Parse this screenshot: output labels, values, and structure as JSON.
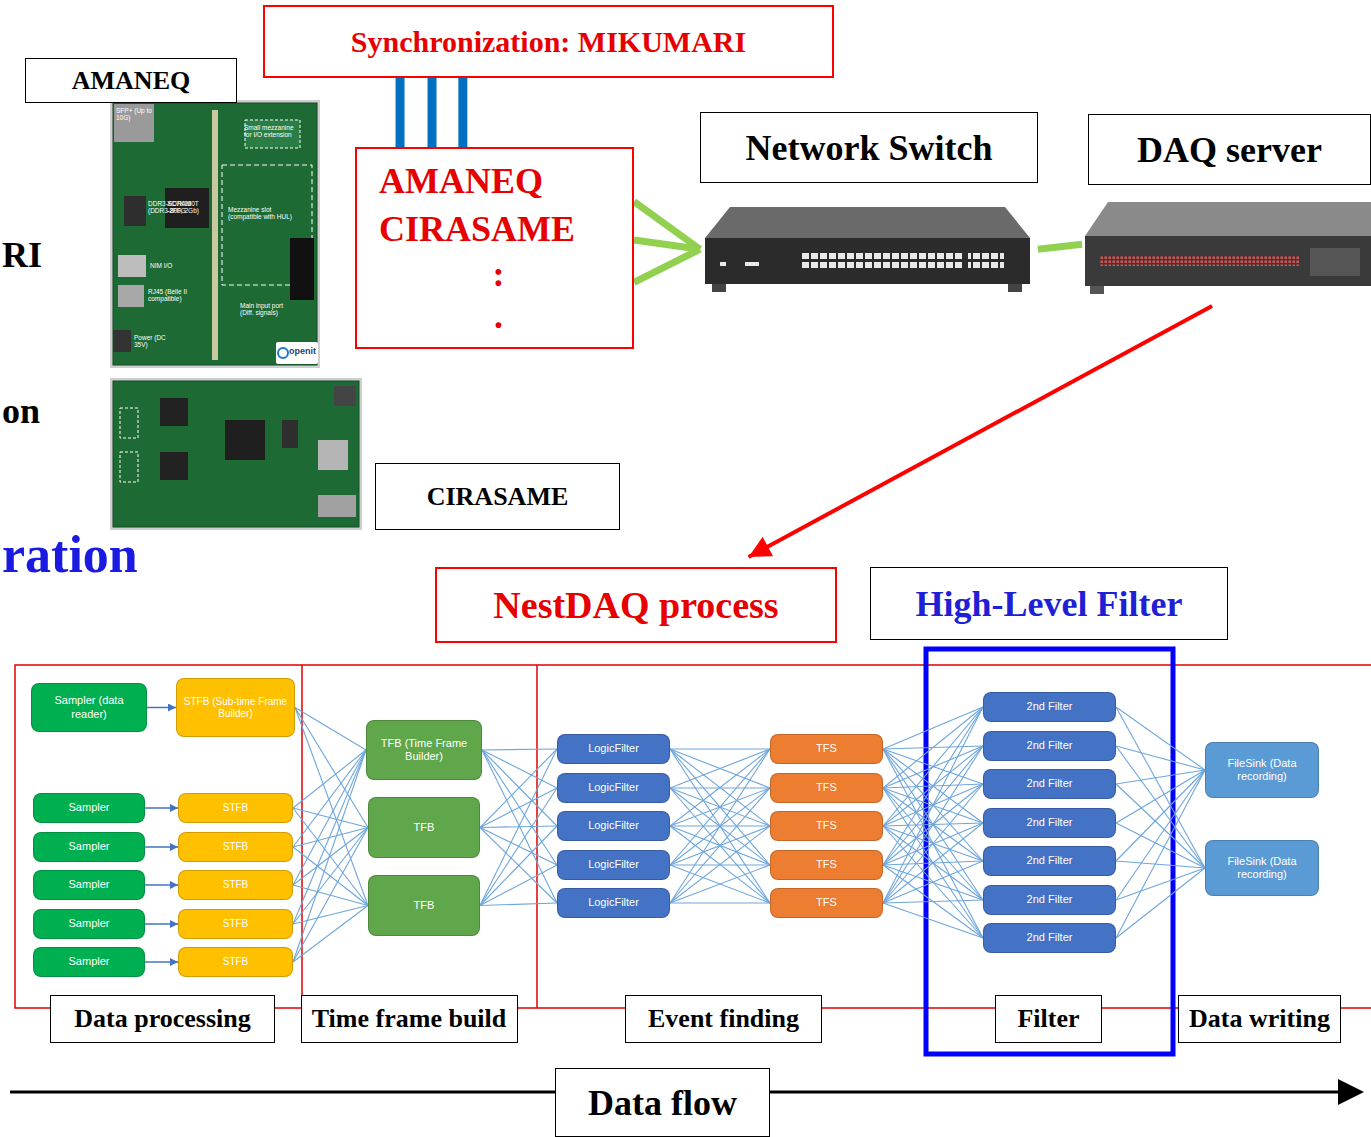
{
  "diagram": {
    "nodes": [
      {
        "text": [
          "Synchronization: MIKUMARI"
        ]
      },
      {
        "text": [
          "AMANEQ"
        ]
      },
      {
        "text": [
          "AMANEQ CIRASAME",
          ":",
          "."
        ]
      },
      {
        "text": [
          "Network Switch"
        ]
      },
      {
        "text": [
          "DAQ server"
        ]
      },
      {
        "text": [
          "CIRASAME"
        ]
      },
      {
        "text": [
          "NestDAQ process"
        ]
      },
      {
        "text": [
          "High-Level Filter"
        ]
      },
      {
        "text": [
          "Sampler (data reader)"
        ]
      },
      {
        "text": [
          "Sampler"
        ]
      },
      {
        "text": [
          "Sampler"
        ]
      },
      {
        "text": [
          "Sampler"
        ]
      },
      {
        "text": [
          "Sampler"
        ]
      },
      {
        "text": [
          "Sampler"
        ]
      },
      {
        "text": [
          "STFB (Sub-time Frame Builder)"
        ]
      },
      {
        "text": [
          "STFB"
        ]
      },
      {
        "text": [
          "STFB"
        ]
      },
      {
        "text": [
          "STFB"
        ]
      },
      {
        "text": [
          "STFB"
        ]
      },
      {
        "text": [
          "STFB"
        ]
      },
      {
        "text": [
          "TFB (Time Frame Builder)"
        ]
      },
      {
        "text": [
          "TFB"
        ]
      },
      {
        "text": [
          "TFB"
        ]
      },
      {
        "text": [
          "LogicFilter"
        ]
      },
      {
        "text": [
          "LogicFilter"
        ]
      },
      {
        "text": [
          "LogicFilter"
        ]
      },
      {
        "text": [
          "LogicFilter"
        ]
      },
      {
        "text": [
          "LogicFilter"
        ]
      },
      {
        "text": [
          "TFS"
        ]
      },
      {
        "text": [
          "TFS"
        ]
      },
      {
        "text": [
          "TFS"
        ]
      },
      {
        "text": [
          "TFS"
        ]
      },
      {
        "text": [
          "TFS"
        ]
      },
      {
        "text": [
          "2nd Filter"
        ]
      },
      {
        "text": [
          "2nd Filter"
        ]
      },
      {
        "text": [
          "2nd Filter"
        ]
      },
      {
        "text": [
          "2nd Filter"
        ]
      },
      {
        "text": [
          "2nd Filter"
        ]
      },
      {
        "text": [
          "2nd Filter"
        ]
      },
      {
        "text": [
          "2nd Filter"
        ]
      },
      {
        "text": [
          "FileSink (Data recording)"
        ]
      },
      {
        "text": [
          "FileSink (Data recording)"
        ]
      },
      {
        "text": [
          "Data processing"
        ]
      },
      {
        "text": [
          "Time frame build"
        ]
      },
      {
        "text": [
          "Event finding"
        ]
      },
      {
        "text": [
          "Filter"
        ]
      },
      {
        "text": [
          "Data writing"
        ]
      },
      {
        "text": [
          "Data flow"
        ]
      }
    ],
    "edges": [
      {
        "from": 0,
        "to": 2,
        "arrow": "none"
      },
      {
        "from": 0,
        "to": 2,
        "arrow": "none"
      },
      {
        "from": 0,
        "to": 2,
        "arrow": "none"
      },
      {
        "from": 2,
        "to": 3,
        "arrow": "none"
      },
      {
        "from": 2,
        "to": 3,
        "arrow": "none"
      },
      {
        "from": 2,
        "to": 3,
        "arrow": "none"
      },
      {
        "from": 3,
        "to": 4,
        "arrow": "none"
      },
      {
        "from": 4,
        "to": 6,
        "arrow": "to"
      },
      {
        "from": 8,
        "to": 14,
        "arrow": "to"
      },
      {
        "from": 9,
        "to": 15,
        "arrow": "to"
      },
      {
        "from": 10,
        "to": 16,
        "arrow": "to"
      },
      {
        "from": 11,
        "to": 17,
        "arrow": "to"
      },
      {
        "from": 12,
        "to": 18,
        "arrow": "to"
      },
      {
        "from": 13,
        "to": 19,
        "arrow": "to"
      },
      {
        "from": 14,
        "to": 20,
        "arrow": "none"
      },
      {
        "from": 14,
        "to": 21,
        "arrow": "none"
      },
      {
        "from": 14,
        "to": 22,
        "arrow": "none"
      },
      {
        "from": 15,
        "to": 20,
        "arrow": "none"
      },
      {
        "from": 15,
        "to": 21,
        "arrow": "none"
      },
      {
        "from": 15,
        "to": 22,
        "arrow": "none"
      },
      {
        "from": 16,
        "to": 20,
        "arrow": "none"
      },
      {
        "from": 16,
        "to": 21,
        "arrow": "none"
      },
      {
        "from": 16,
        "to": 22,
        "arrow": "none"
      },
      {
        "from": 17,
        "to": 20,
        "arrow": "none"
      },
      {
        "from": 17,
        "to": 21,
        "arrow": "none"
      },
      {
        "from": 17,
        "to": 22,
        "arrow": "none"
      },
      {
        "from": 18,
        "to": 20,
        "arrow": "none"
      },
      {
        "from": 18,
        "to": 21,
        "arrow": "none"
      },
      {
        "from": 18,
        "to": 22,
        "arrow": "none"
      },
      {
        "from": 19,
        "to": 20,
        "arrow": "none"
      },
      {
        "from": 19,
        "to": 21,
        "arrow": "none"
      },
      {
        "from": 19,
        "to": 22,
        "arrow": "none"
      },
      {
        "from": 20,
        "to": 23,
        "arrow": "none"
      },
      {
        "from": 20,
        "to": 24,
        "arrow": "none"
      },
      {
        "from": 20,
        "to": 25,
        "arrow": "none"
      },
      {
        "from": 20,
        "to": 26,
        "arrow": "none"
      },
      {
        "from": 20,
        "to": 27,
        "arrow": "none"
      },
      {
        "from": 21,
        "to": 23,
        "arrow": "none"
      },
      {
        "from": 21,
        "to": 24,
        "arrow": "none"
      },
      {
        "from": 21,
        "to": 25,
        "arrow": "none"
      },
      {
        "from": 21,
        "to": 26,
        "arrow": "none"
      },
      {
        "from": 21,
        "to": 27,
        "arrow": "none"
      },
      {
        "from": 22,
        "to": 23,
        "arrow": "none"
      },
      {
        "from": 22,
        "to": 24,
        "arrow": "none"
      },
      {
        "from": 22,
        "to": 25,
        "arrow": "none"
      },
      {
        "from": 22,
        "to": 26,
        "arrow": "none"
      },
      {
        "from": 22,
        "to": 27,
        "arrow": "none"
      },
      {
        "from": 23,
        "to": 28,
        "arrow": "none"
      },
      {
        "from": 23,
        "to": 29,
        "arrow": "none"
      },
      {
        "from": 23,
        "to": 30,
        "arrow": "none"
      },
      {
        "from": 23,
        "to": 31,
        "arrow": "none"
      },
      {
        "from": 23,
        "to": 32,
        "arrow": "none"
      },
      {
        "from": 24,
        "to": 28,
        "arrow": "none"
      },
      {
        "from": 24,
        "to": 29,
        "arrow": "none"
      },
      {
        "from": 24,
        "to": 30,
        "arrow": "none"
      },
      {
        "from": 24,
        "to": 31,
        "arrow": "none"
      },
      {
        "from": 24,
        "to": 32,
        "arrow": "none"
      },
      {
        "from": 25,
        "to": 28,
        "arrow": "none"
      },
      {
        "from": 25,
        "to": 29,
        "arrow": "none"
      },
      {
        "from": 25,
        "to": 30,
        "arrow": "none"
      },
      {
        "from": 25,
        "to": 31,
        "arrow": "none"
      },
      {
        "from": 25,
        "to": 32,
        "arrow": "none"
      },
      {
        "from": 26,
        "to": 28,
        "arrow": "none"
      },
      {
        "from": 26,
        "to": 29,
        "arrow": "none"
      },
      {
        "from": 26,
        "to": 30,
        "arrow": "none"
      },
      {
        "from": 26,
        "to": 31,
        "arrow": "none"
      },
      {
        "from": 26,
        "to": 32,
        "arrow": "none"
      },
      {
        "from": 27,
        "to": 28,
        "arrow": "none"
      },
      {
        "from": 27,
        "to": 29,
        "arrow": "none"
      },
      {
        "from": 27,
        "to": 30,
        "arrow": "none"
      },
      {
        "from": 27,
        "to": 31,
        "arrow": "none"
      },
      {
        "from": 27,
        "to": 32,
        "arrow": "none"
      },
      {
        "from": 28,
        "to": 33,
        "arrow": "none"
      },
      {
        "from": 28,
        "to": 34,
        "arrow": "none"
      },
      {
        "from": 28,
        "to": 35,
        "arrow": "none"
      },
      {
        "from": 28,
        "to": 36,
        "arrow": "none"
      },
      {
        "from": 28,
        "to": 37,
        "arrow": "none"
      },
      {
        "from": 28,
        "to": 38,
        "arrow": "none"
      },
      {
        "from": 28,
        "to": 39,
        "arrow": "none"
      },
      {
        "from": 29,
        "to": 33,
        "arrow": "none"
      },
      {
        "from": 29,
        "to": 34,
        "arrow": "none"
      },
      {
        "from": 29,
        "to": 35,
        "arrow": "none"
      },
      {
        "from": 29,
        "to": 36,
        "arrow": "none"
      },
      {
        "from": 29,
        "to": 37,
        "arrow": "none"
      },
      {
        "from": 29,
        "to": 38,
        "arrow": "none"
      },
      {
        "from": 29,
        "to": 39,
        "arrow": "none"
      },
      {
        "from": 30,
        "to": 33,
        "arrow": "none"
      },
      {
        "from": 30,
        "to": 34,
        "arrow": "none"
      },
      {
        "from": 30,
        "to": 35,
        "arrow": "none"
      },
      {
        "from": 30,
        "to": 36,
        "arrow": "none"
      },
      {
        "from": 30,
        "to": 37,
        "arrow": "none"
      },
      {
        "from": 30,
        "to": 38,
        "arrow": "none"
      },
      {
        "from": 30,
        "to": 39,
        "arrow": "none"
      },
      {
        "from": 31,
        "to": 33,
        "arrow": "none"
      },
      {
        "from": 31,
        "to": 34,
        "arrow": "none"
      },
      {
        "from": 31,
        "to": 35,
        "arrow": "none"
      },
      {
        "from": 31,
        "to": 36,
        "arrow": "none"
      },
      {
        "from": 31,
        "to": 37,
        "arrow": "none"
      },
      {
        "from": 31,
        "to": 38,
        "arrow": "none"
      },
      {
        "from": 31,
        "to": 39,
        "arrow": "none"
      },
      {
        "from": 32,
        "to": 33,
        "arrow": "none"
      },
      {
        "from": 32,
        "to": 34,
        "arrow": "none"
      },
      {
        "from": 32,
        "to": 35,
        "arrow": "none"
      },
      {
        "from": 32,
        "to": 36,
        "arrow": "none"
      },
      {
        "from": 32,
        "to": 37,
        "arrow": "none"
      },
      {
        "from": 32,
        "to": 38,
        "arrow": "none"
      },
      {
        "from": 32,
        "to": 39,
        "arrow": "none"
      },
      {
        "from": 33,
        "to": 40,
        "arrow": "none"
      },
      {
        "from": 33,
        "to": 41,
        "arrow": "none"
      },
      {
        "from": 34,
        "to": 40,
        "arrow": "none"
      },
      {
        "from": 34,
        "to": 41,
        "arrow": "none"
      },
      {
        "from": 35,
        "to": 40,
        "arrow": "none"
      },
      {
        "from": 35,
        "to": 41,
        "arrow": "none"
      },
      {
        "from": 36,
        "to": 40,
        "arrow": "none"
      },
      {
        "from": 36,
        "to": 41,
        "arrow": "none"
      },
      {
        "from": 37,
        "to": 40,
        "arrow": "none"
      },
      {
        "from": 37,
        "to": 41,
        "arrow": "none"
      },
      {
        "from": 38,
        "to": 40,
        "arrow": "none"
      },
      {
        "from": 38,
        "to": 41,
        "arrow": "none"
      },
      {
        "from": 39,
        "to": 40,
        "arrow": "none"
      },
      {
        "from": 39,
        "to": 41,
        "arrow": "none"
      }
    ],
    "labels": [
      "RI",
      "on",
      "ration",
      "SFP+ (Up to 10G)",
      "Small mezzanine for I/O extension",
      "XC7K160T -2FFG",
      "DDR3-SDRAM (DDR3-800, 2Gb)",
      "Mezzanine slot (compatible with HUL)",
      "NIM I/O",
      "RJ45 (Belle II compatible)",
      "Main input port (Diff. signals)",
      "Power (DC 35V)",
      "openit"
    ]
  }
}
